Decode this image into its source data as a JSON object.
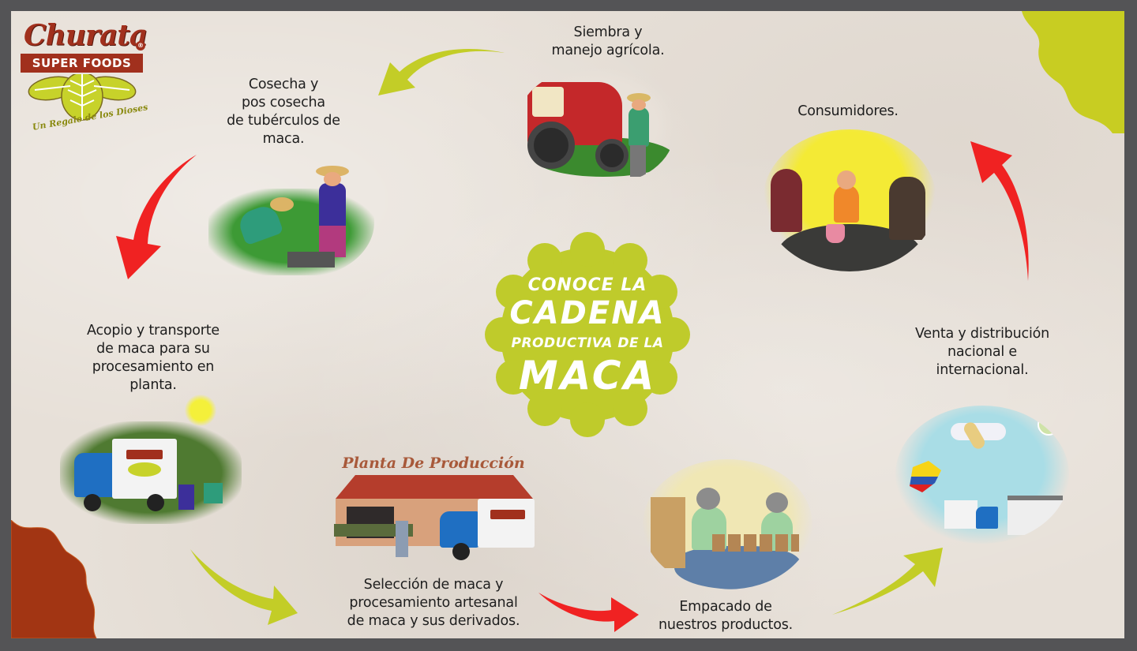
{
  "brand": {
    "name": "Churata",
    "registered": "®",
    "subtitle": "SUPER FOODS",
    "tagline": "Un Regalo de los Dioses",
    "colors": {
      "brand_red": "#a1301d",
      "lime": "#c3cd27",
      "arrow_red": "#f02222",
      "paper": "#e7e0d8",
      "frame": "#545456"
    }
  },
  "center": {
    "line1": "CONOCE LA",
    "line2": "CADENA",
    "line3": "PRODUCTIVA DE LA",
    "line4": "MACA"
  },
  "steps": [
    {
      "id": "siembra",
      "lines": [
        "Siembra y",
        "manejo agrícola."
      ],
      "scene": "tractor-farmer"
    },
    {
      "id": "cosecha",
      "lines": [
        "Cosecha y",
        "pos cosecha",
        "de tubérculos de",
        "maca."
      ],
      "scene": "harvest-field"
    },
    {
      "id": "acopio",
      "lines": [
        "Acopio y transporte",
        "de maca para su",
        "procesamiento en",
        "planta."
      ],
      "scene": "truck-field"
    },
    {
      "id": "seleccion",
      "lines": [
        "Selección de maca y",
        "procesamiento artesanal",
        "de maca y sus derivados."
      ],
      "scene": "production-plant",
      "scene_title": "Planta De Producción"
    },
    {
      "id": "empacado",
      "lines": [
        "Empacado de",
        "nuestros productos."
      ],
      "scene": "packing-workers"
    },
    {
      "id": "venta",
      "lines": [
        "Venta y distribución",
        "nacional e",
        "internacional."
      ],
      "scene": "distribution-plane-truck"
    },
    {
      "id": "consumidores",
      "lines": [
        "Consumidores."
      ],
      "scene": "family-table"
    }
  ],
  "arrows": [
    {
      "from": "siembra",
      "to": "cosecha",
      "color": "lime"
    },
    {
      "from": "cosecha",
      "to": "acopio",
      "color": "red"
    },
    {
      "from": "acopio",
      "to": "seleccion",
      "color": "lime"
    },
    {
      "from": "seleccion",
      "to": "empacado",
      "color": "red"
    },
    {
      "from": "empacado",
      "to": "venta",
      "color": "lime"
    },
    {
      "from": "venta",
      "to": "consumidores",
      "color": "red"
    }
  ]
}
